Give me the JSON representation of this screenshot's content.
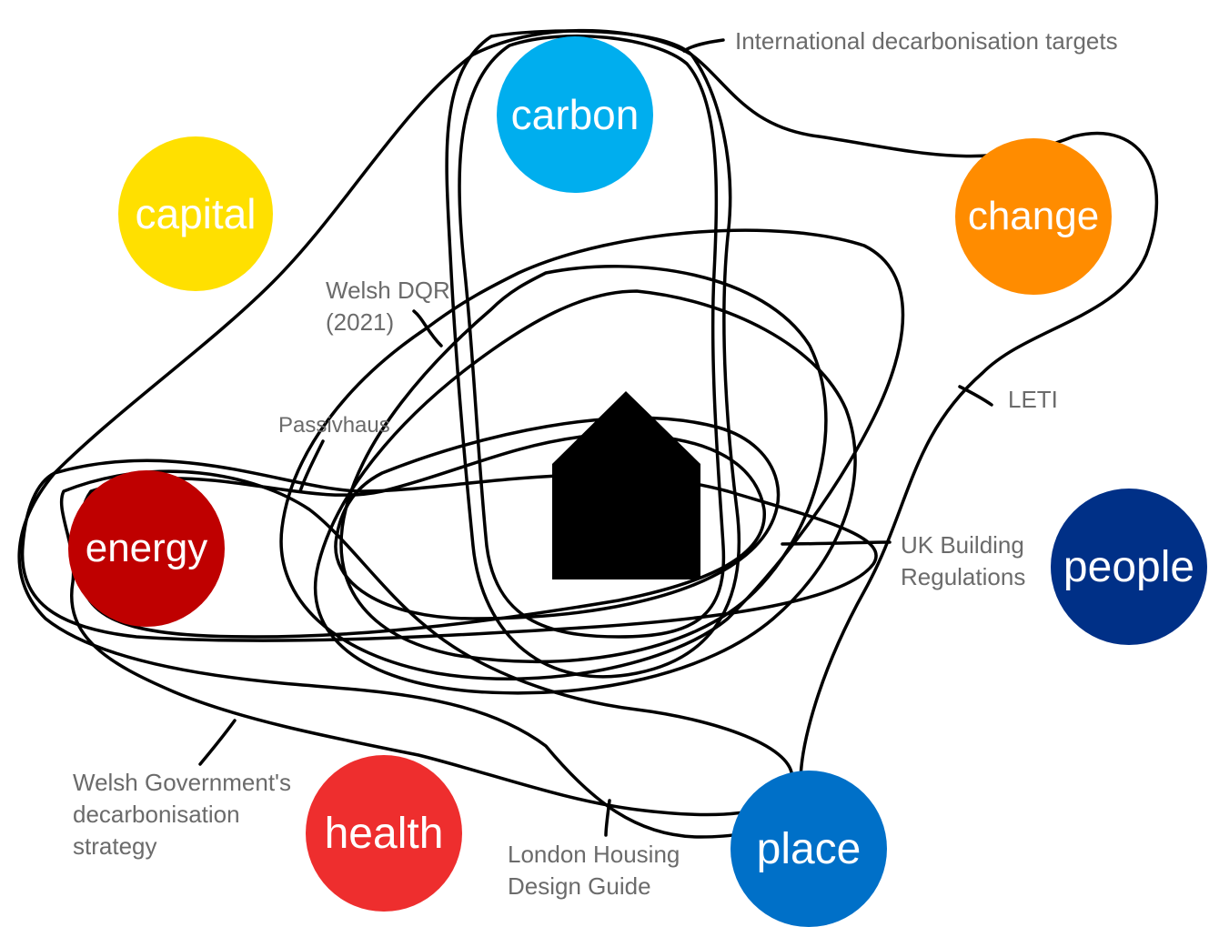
{
  "circles": {
    "capital": {
      "text": "capital",
      "color": "#ffe000"
    },
    "carbon": {
      "text": "carbon",
      "color": "#00aeee"
    },
    "change": {
      "text": "change",
      "color": "#ff8c00"
    },
    "energy": {
      "text": "energy",
      "color": "#bf0000"
    },
    "people": {
      "text": "people",
      "color": "#003087"
    },
    "health": {
      "text": "health",
      "color": "#ee2e2e"
    },
    "place": {
      "text": "place",
      "color": "#0070c8"
    }
  },
  "labels": {
    "international": "International decarbonisation targets",
    "welsh_dqr_line1": "Welsh DQR",
    "welsh_dqr_line2": "(2021)",
    "passivhaus": "Passivhaus",
    "leti": "LETI",
    "uk_building_line1": "UK Building",
    "uk_building_line2": "Regulations",
    "welsh_gov_line1": "Welsh Government's",
    "welsh_gov_line2": "decarbonisation",
    "welsh_gov_line3": "strategy",
    "london_line1": "London Housing",
    "london_line2": "Design Guide"
  },
  "house_icon": {
    "name": "house-icon",
    "color": "#000000"
  }
}
